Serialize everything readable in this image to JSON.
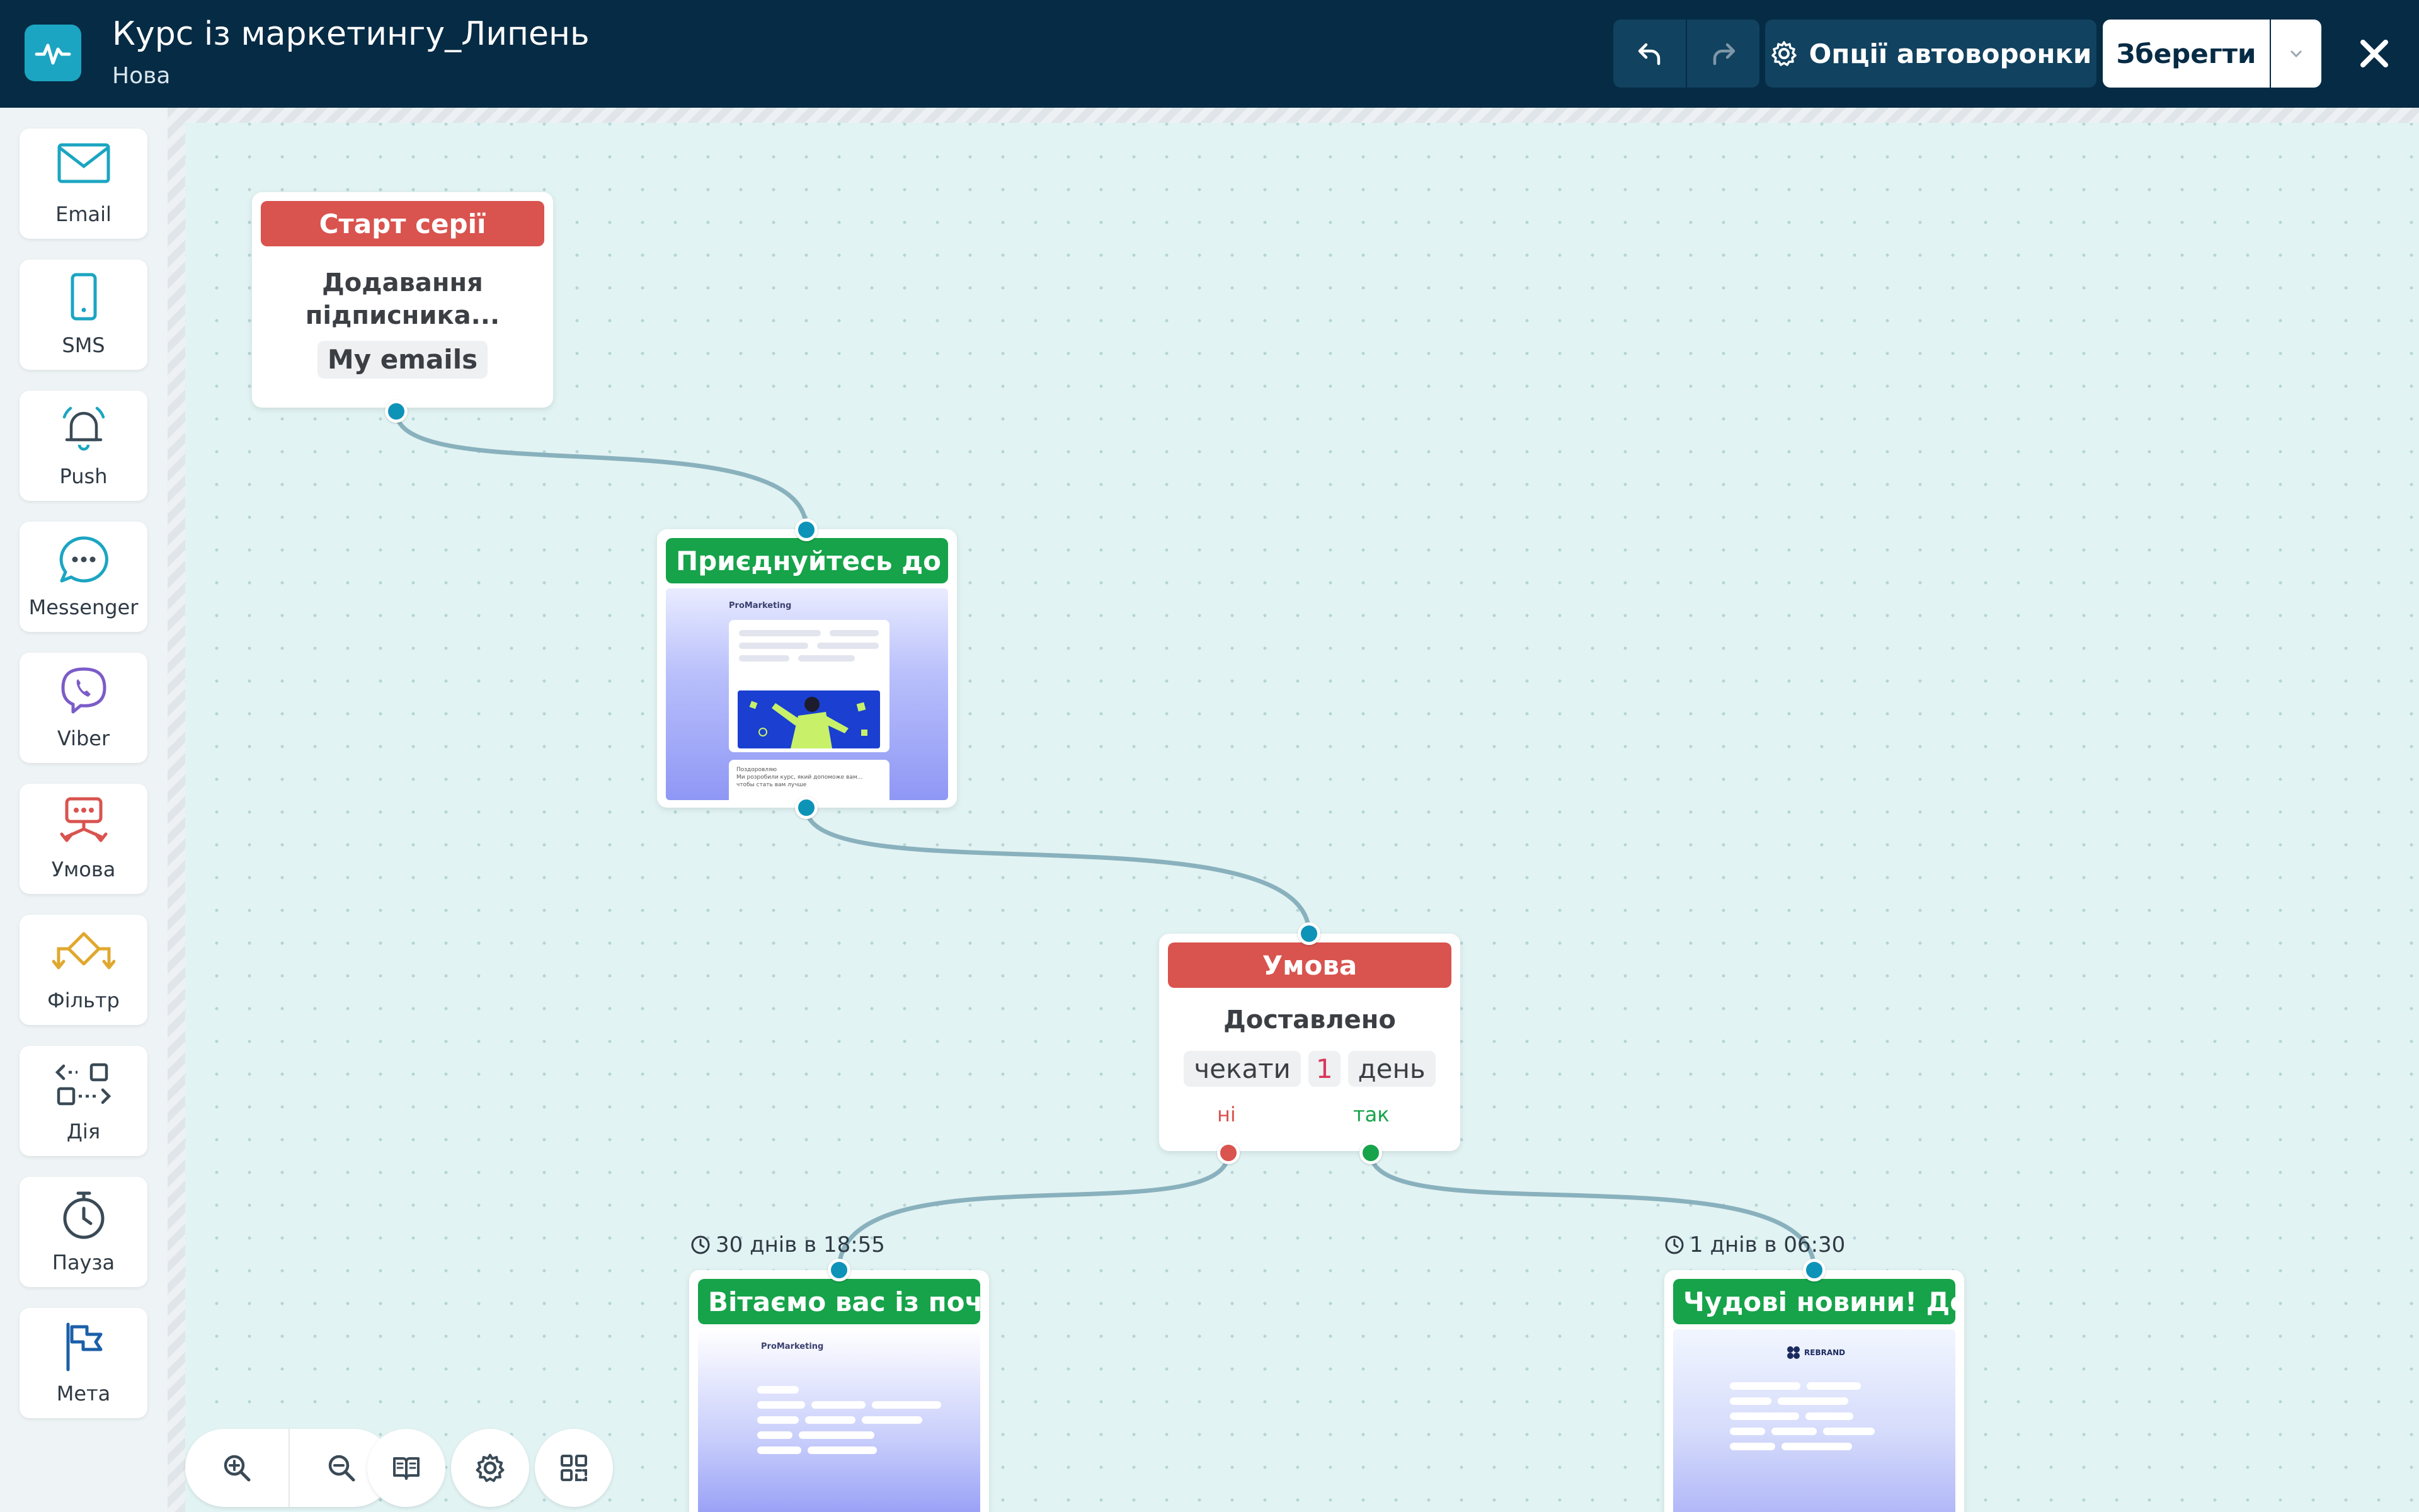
{
  "header": {
    "title": "Курс із маркетингу_Липень",
    "subtitle": "Нова",
    "options_label": "Опції автоворонки",
    "save_label": "Зберегти"
  },
  "sidebar": {
    "items": [
      {
        "label": "Email",
        "icon": "envelope-icon"
      },
      {
        "label": "SMS",
        "icon": "phone-icon"
      },
      {
        "label": "Push",
        "icon": "bell-icon"
      },
      {
        "label": "Messenger",
        "icon": "chat-bubble-icon"
      },
      {
        "label": "Viber",
        "icon": "viber-icon"
      },
      {
        "label": "Умова",
        "icon": "condition-icon"
      },
      {
        "label": "Фільтр",
        "icon": "filter-icon"
      },
      {
        "label": "Дія",
        "icon": "action-icon"
      },
      {
        "label": "Пауза",
        "icon": "stopwatch-icon"
      },
      {
        "label": "Мета",
        "icon": "flag-icon"
      }
    ]
  },
  "nodes": {
    "start": {
      "header": "Старт серії",
      "line1": "Додавання",
      "line2": "підписника...",
      "chip": "My emails"
    },
    "email1": {
      "header": "Приєднуйтесь до ...",
      "brand": "ProMarketing",
      "body_text1": "Поздоровляю",
      "body_text2": "Ми розробили курс, який допоможе вам...",
      "body_text3": "чтобы стать вам лучше"
    },
    "condition": {
      "header": "Умова",
      "title": "Доставлено",
      "wait_label": "чекати",
      "wait_value": "1",
      "wait_unit": "день",
      "no_label": "ні",
      "yes_label": "так"
    },
    "email2": {
      "delay": "30 днів в 18:55",
      "header": "Вітаємо вас із поч...",
      "brand": "ProMarketing"
    },
    "email3": {
      "delay": "1 днів в 06:30",
      "header": "Чудові новини! До ...",
      "brand": "REBRAND"
    }
  },
  "colors": {
    "header_bg": "#062b45",
    "accent_teal": "#1ba5c2",
    "node_red": "#d9534f",
    "node_green": "#16a34a",
    "port_blue": "#0e93b8",
    "connector": "#89b1bd"
  }
}
